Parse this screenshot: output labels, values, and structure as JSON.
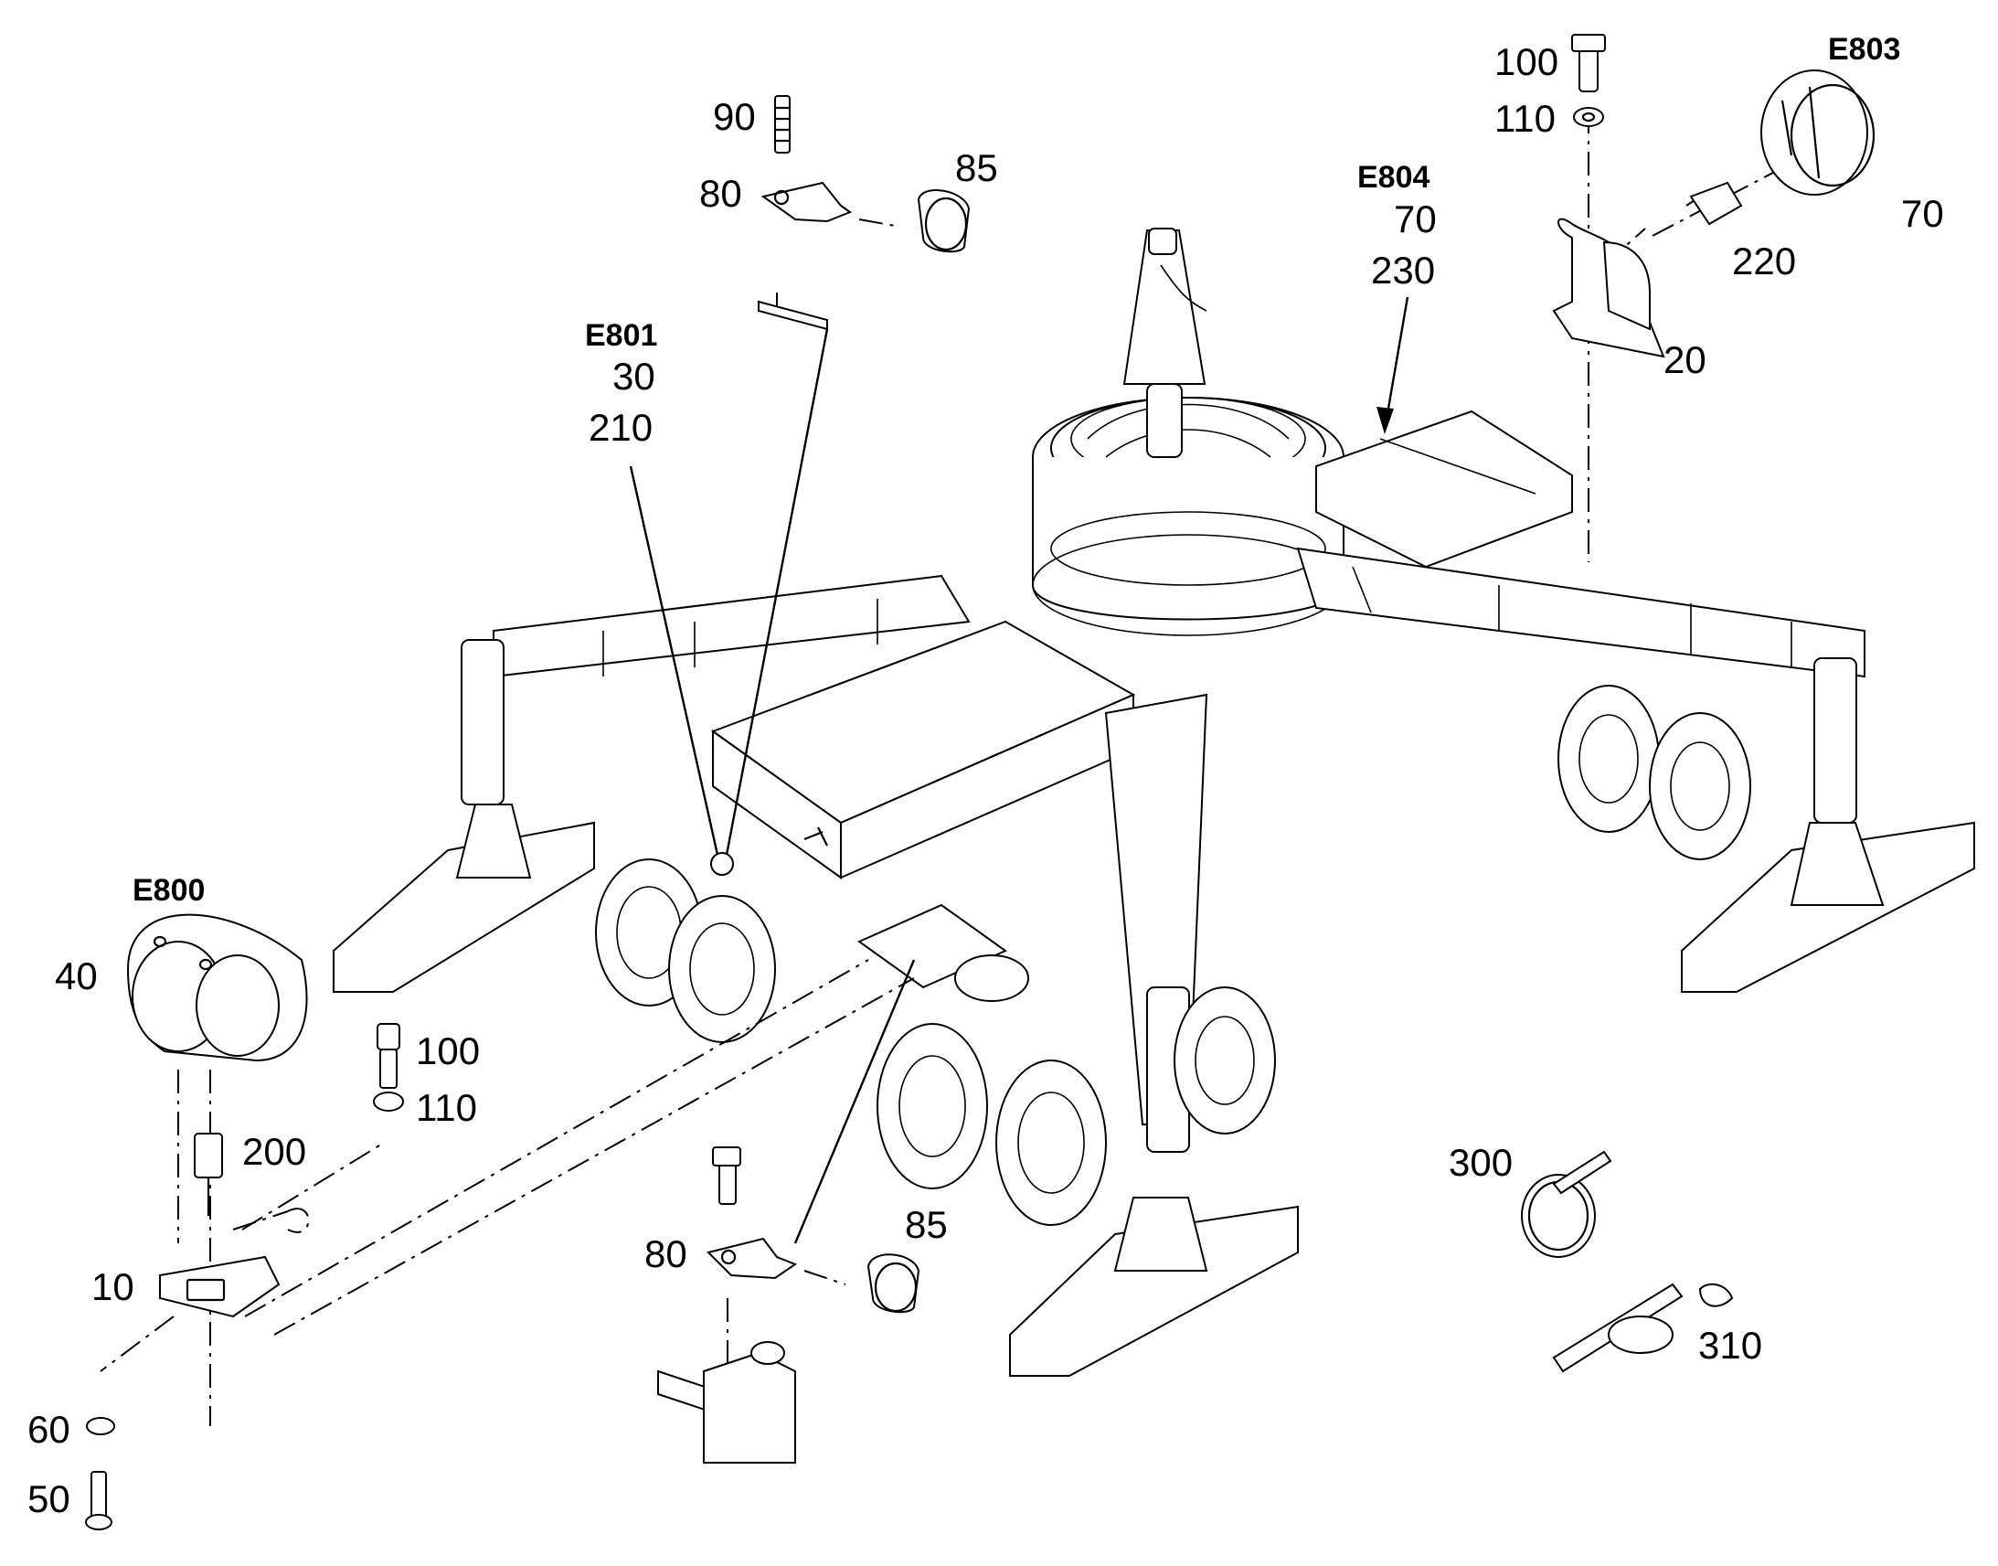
{
  "groups": {
    "e800": "E800",
    "e801": "E801",
    "e803": "E803",
    "e804": "E804"
  },
  "callouts": {
    "c90": "90",
    "c80_top": "80",
    "c85_top": "85",
    "c30": "30",
    "c210": "210",
    "c70_mid": "70",
    "c230": "230",
    "c100_top": "100",
    "c110_top": "110",
    "c70_right": "70",
    "c220": "220",
    "c20": "20",
    "c40": "40",
    "c100_left": "100",
    "c110_left": "110",
    "c200": "200",
    "c10": "10",
    "c60": "60",
    "c50": "50",
    "c80_bottom": "80",
    "c85_bottom": "85",
    "c300": "300",
    "c310": "310"
  }
}
